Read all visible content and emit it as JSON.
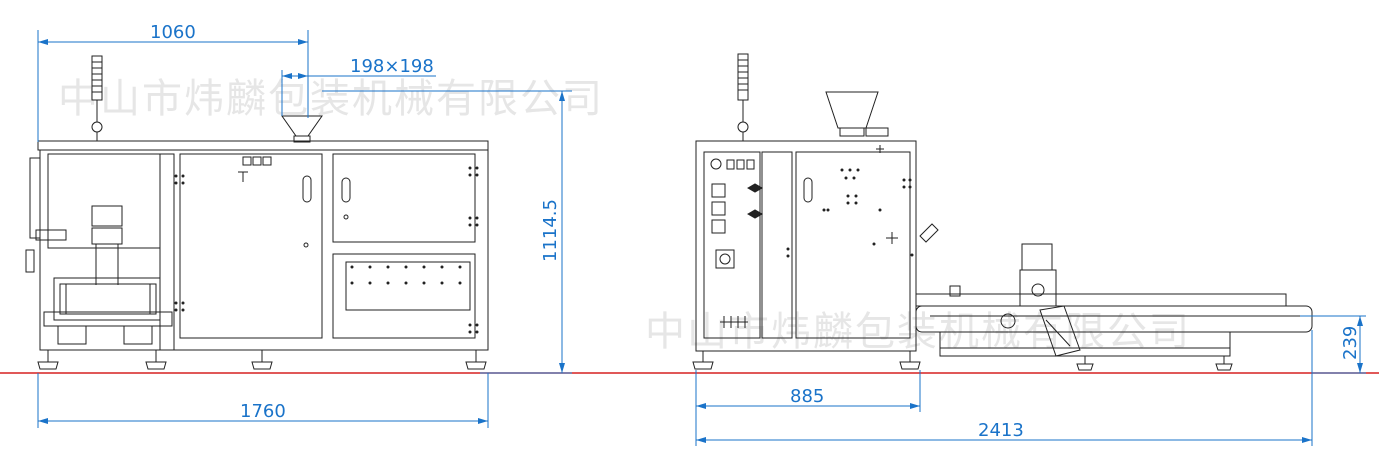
{
  "watermark": {
    "text": "中山市炜麟包装机械有限公司"
  },
  "dimensions": {
    "width_top": "1060",
    "hopper": "198×198",
    "height": "1114.5",
    "length_front": "1760",
    "side_depth": "885",
    "total_length": "2413",
    "conveyor_height": "239"
  },
  "colors": {
    "dimension": "#1a73c9",
    "floor": "#d62020",
    "machine_line": "#222222",
    "watermark": "#e6e6e6"
  }
}
